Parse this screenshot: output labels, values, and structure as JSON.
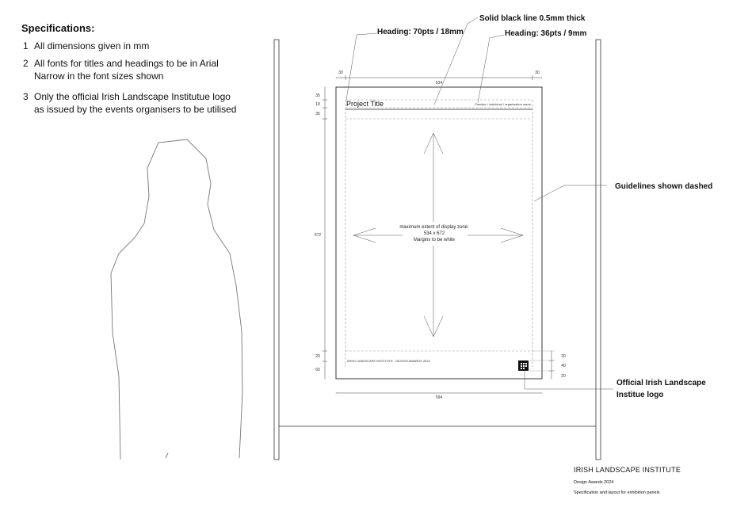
{
  "specifications": {
    "title": "Specifications:",
    "items": [
      {
        "num": "1",
        "lines": [
          "All dimensions given in mm"
        ]
      },
      {
        "num": "2",
        "lines": [
          "All fonts for titles and headings to be in Arial",
          "Narrow in the font sizes shown"
        ]
      },
      {
        "num": "3",
        "lines": [
          "Only the official Irish Landscape Institutue logo",
          "as issued by the events organisers to be utilised"
        ]
      }
    ]
  },
  "callouts": {
    "solid_line": "Solid black line 0.5mm thick",
    "heading_70": "Heading: 70pts / 18mm",
    "heading_36": "Heading: 36pts / 9mm",
    "guidelines": "Guidelines shown dashed",
    "logo": [
      "Official Irish Landscape",
      "Institue logo"
    ]
  },
  "panel": {
    "project_title": "Project Title",
    "practice_name": "Practice / individual / organisation name",
    "zone_text": [
      "maximum extent of display zone:",
      "534 x 672",
      "Margins to be white"
    ],
    "footer_text": "IRISH LANDSCAPE INSTITUTE - DESIGN AWARDS 2024",
    "dims": {
      "top_left": "30",
      "top_mid": "534",
      "top_right": "30",
      "left_35a": "35",
      "left_18": "18",
      "left_35b": "35",
      "left_672": "672",
      "left_20": "20",
      "left_60": "60",
      "right_20a": "20",
      "right_40": "40",
      "right_20b": "20",
      "bottom": "594"
    }
  },
  "title_block": {
    "org": "IRISH LANDSCAPE INSTITUTE",
    "event": "Design Awards 2024",
    "description": "Specification and layout for exhibition panels"
  }
}
